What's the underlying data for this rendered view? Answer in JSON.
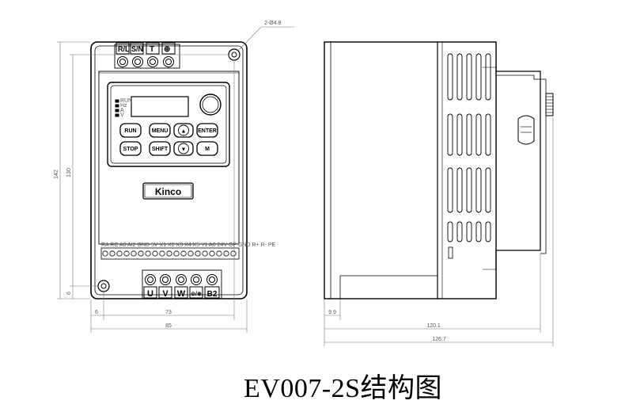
{
  "caption": "EV007-2S结构图",
  "brand": "Kinco",
  "hole_callout": "2-Ø4.8",
  "top_terminals": [
    "R/L",
    "S/N",
    "T",
    "⊕"
  ],
  "bottom_terminals": [
    "U",
    "V",
    "W",
    "⊝/⊕",
    "B2"
  ],
  "led_labels": [
    "RUN",
    "Hz",
    "A",
    "V"
  ],
  "keypad": {
    "run": "RUN",
    "menu": "MENU",
    "up": "▲",
    "enter": "ENTER",
    "stop": "STOP",
    "shift": "SHIFT",
    "down": "▼",
    "m": "M"
  },
  "control_terminals": "RA RC A0 AI2 GND 5V X1 X2 X3 X4 X5 Y1 A0 24V OP GND R+ R- PE",
  "dimensions": {
    "height_total": "142",
    "height_holes": "130",
    "margin_bottom": "6",
    "margin_left": "6",
    "hole_spacing": "73",
    "width_total": "85",
    "side_offset": "9.9",
    "depth_body": "120.1",
    "depth_total": "126.7"
  }
}
